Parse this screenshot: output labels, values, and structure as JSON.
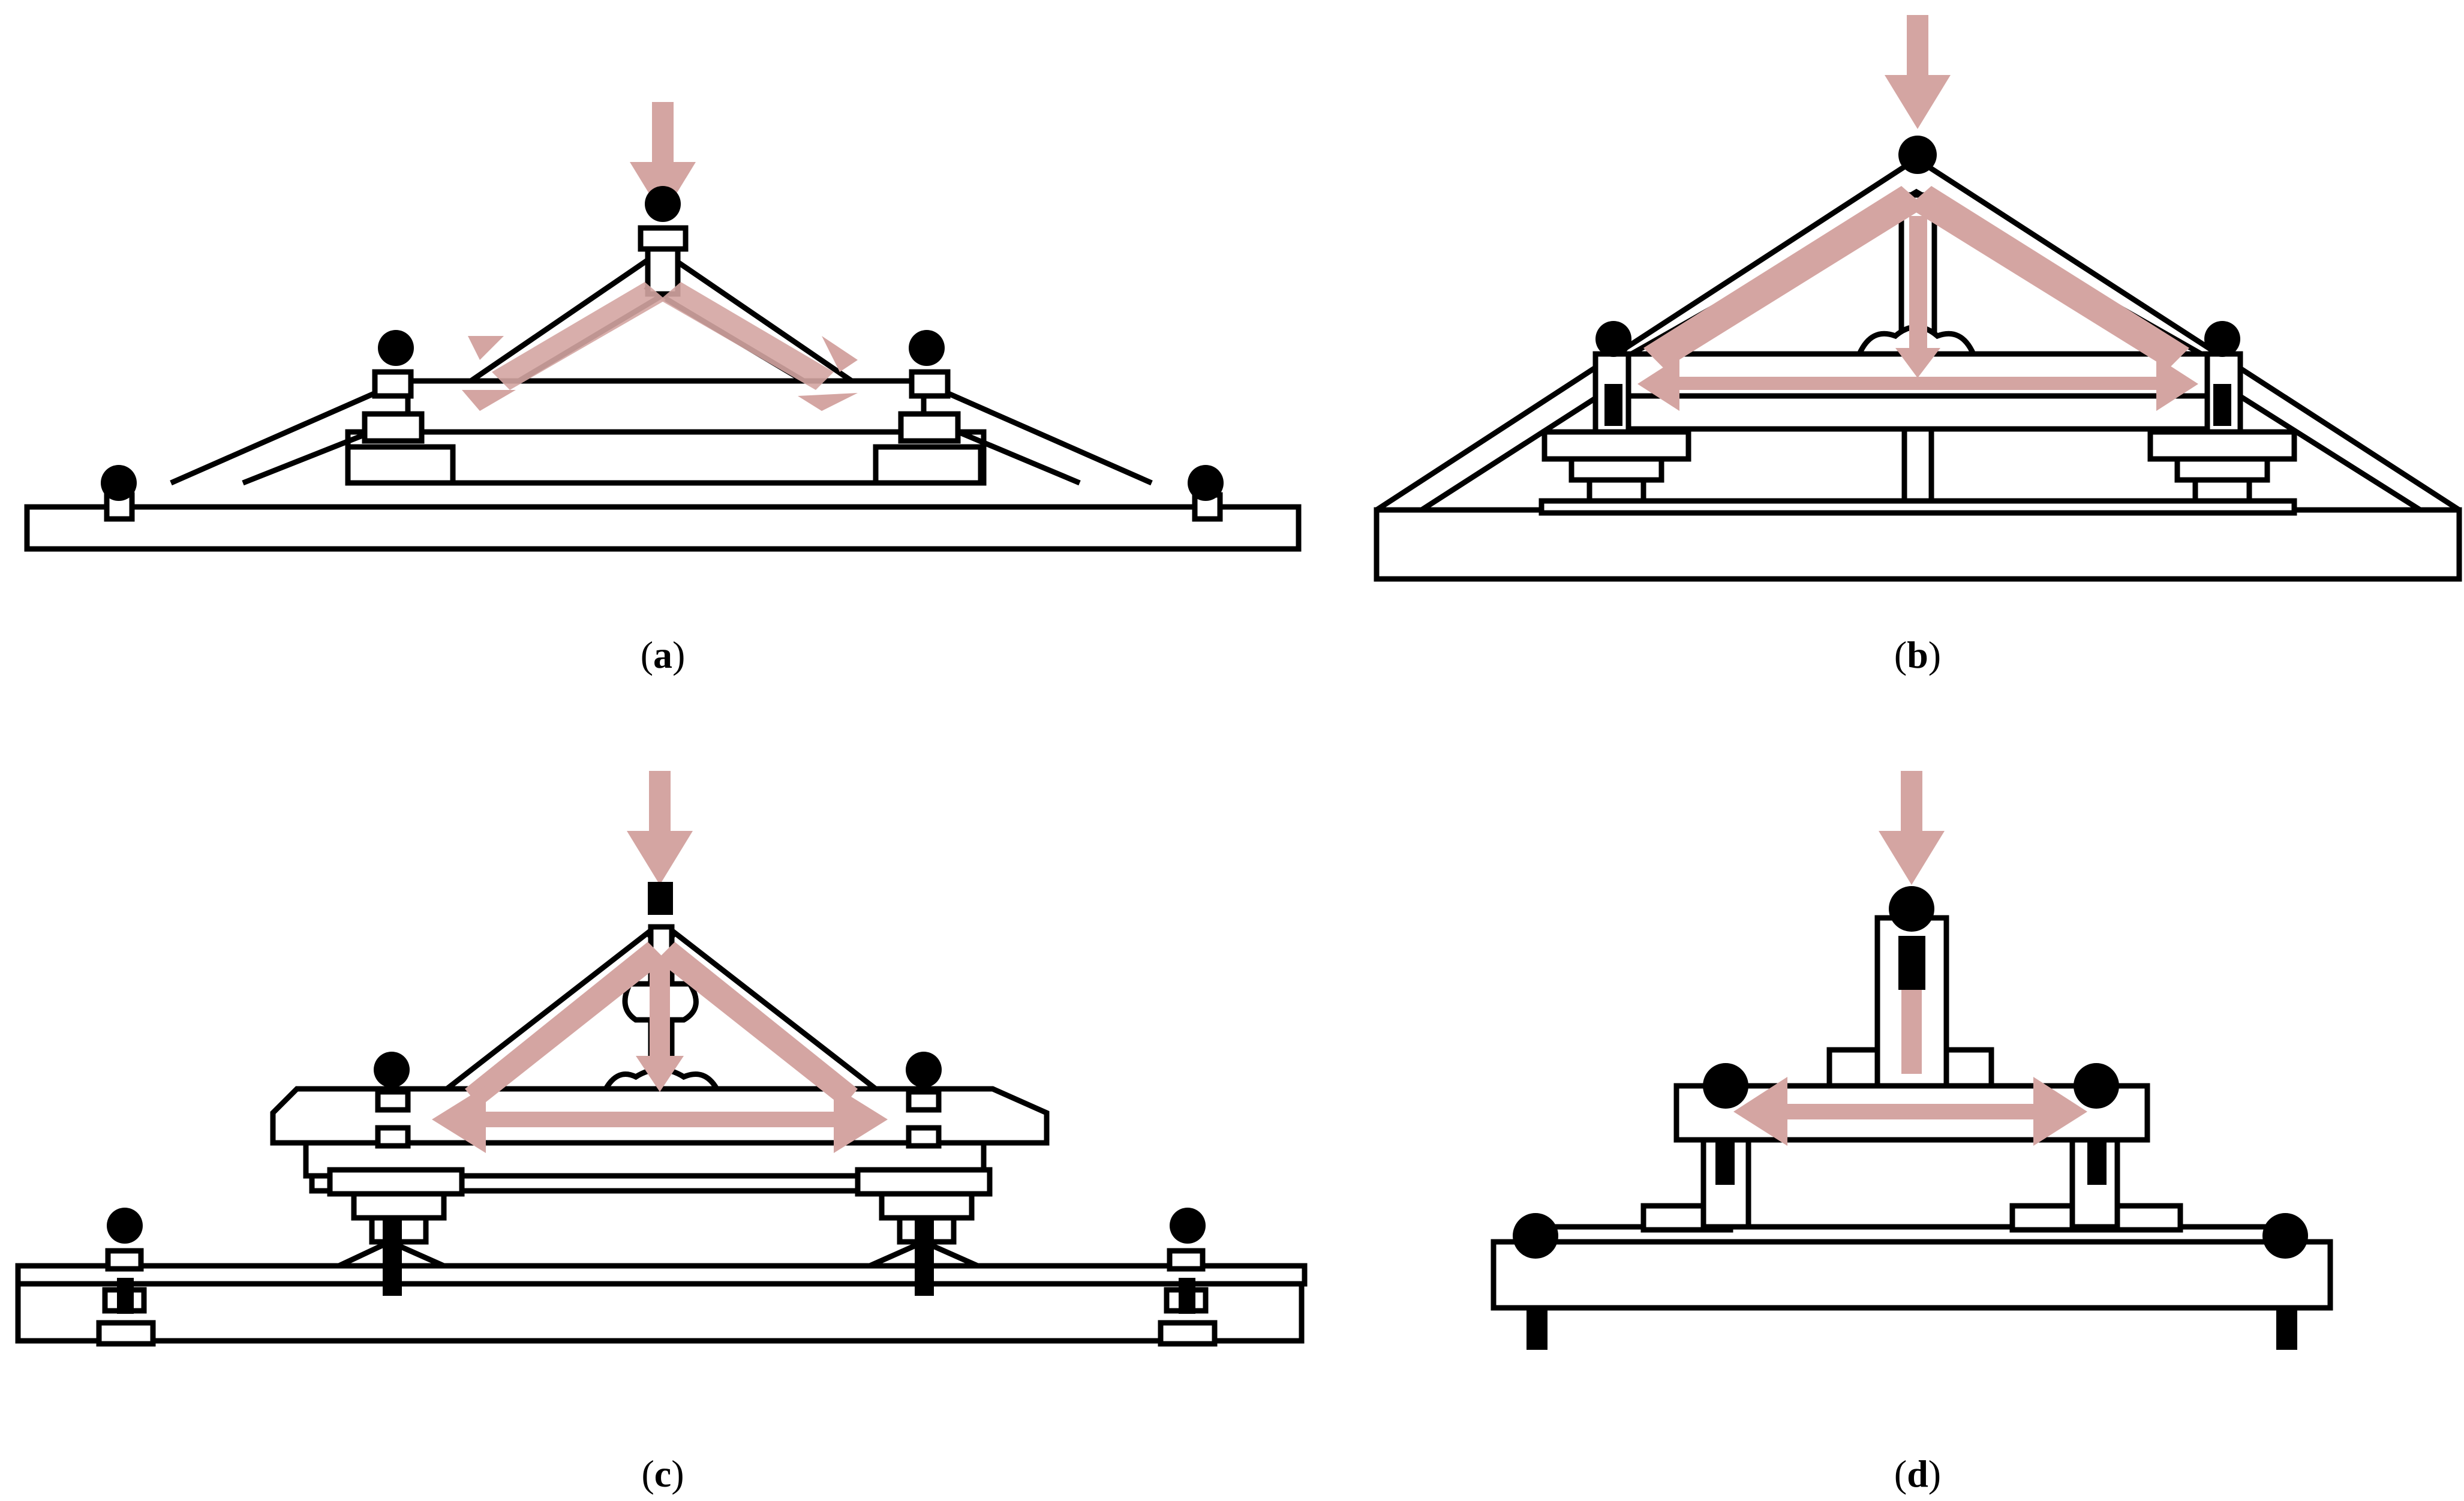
{
  "panels": [
    {
      "id": "a",
      "caption_open": "(",
      "caption_label": "a",
      "caption_close": ")"
    },
    {
      "id": "b",
      "caption_open": "(",
      "caption_label": "b",
      "caption_close": ")"
    },
    {
      "id": "c",
      "caption_open": "(",
      "caption_label": "c",
      "caption_close": ")"
    },
    {
      "id": "d",
      "caption_open": "(",
      "caption_label": "d",
      "caption_close": ")"
    }
  ],
  "colors": {
    "line": "#000000",
    "force_arrow": "#d4a5a2",
    "background": "#ffffff"
  }
}
